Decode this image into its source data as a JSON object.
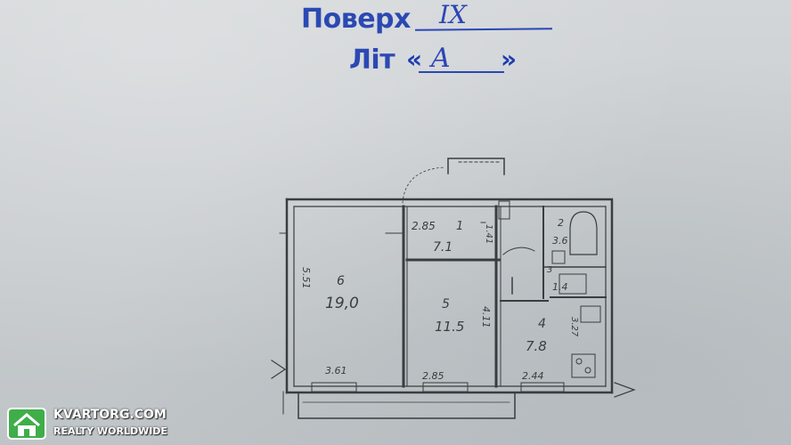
{
  "header": {
    "floor_label": "Поверх",
    "floor_value": "IX",
    "lit_label": "Літ",
    "lit_open_quote": "«",
    "lit_value": "A",
    "lit_close_quote": "»",
    "stamp_color": "#1d3db0"
  },
  "plan": {
    "rooms": [
      {
        "number": "6",
        "area": "19,0"
      },
      {
        "number": "5",
        "area": "11.5"
      },
      {
        "number": "4",
        "area": "7.8"
      },
      {
        "number": "1",
        "area": "7.1"
      },
      {
        "number": "2",
        "area": "3.6"
      },
      {
        "number": "3",
        "area": "1.4"
      }
    ],
    "dimensions": {
      "top_left": "2.85",
      "room6_side": "5.51",
      "room6_bottom": "3.61",
      "room5_side": "4.11",
      "room5_bottom": "2.85",
      "corridor_side": "1.41",
      "kitchen_side": "3.27",
      "kitchen_bottom": "2.44"
    },
    "ink_color": "#3a3d40"
  },
  "watermark": {
    "name": "KVARTORG.COM",
    "tagline": "REALTY WORLDWIDE",
    "logo_color": "#3fae49"
  }
}
